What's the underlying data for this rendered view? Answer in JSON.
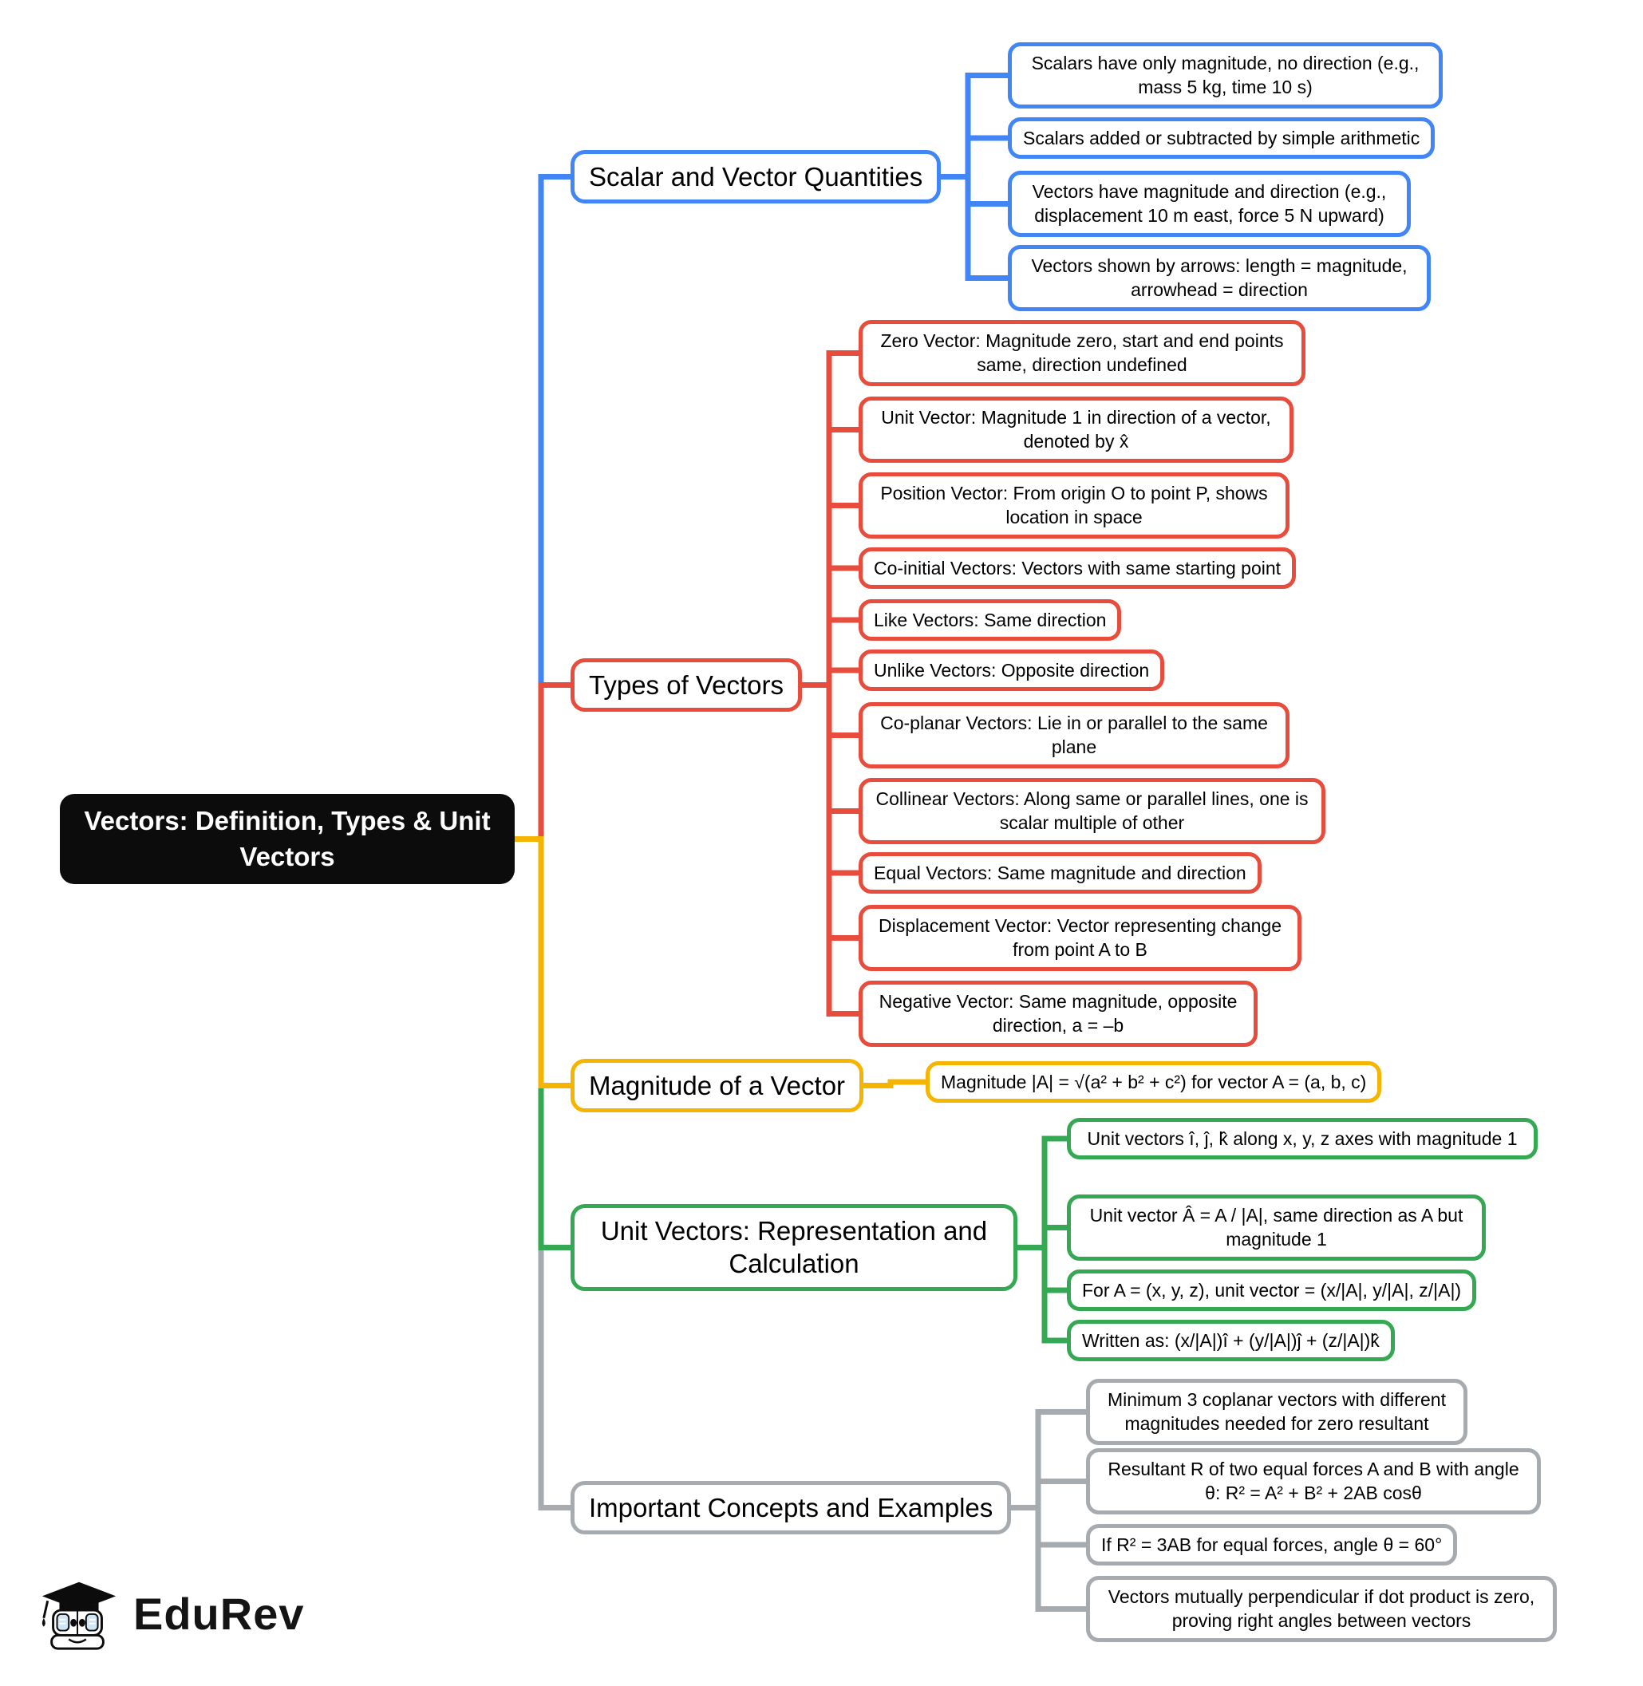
{
  "title": "Vectors: Definition, Types & Unit Vectors",
  "branches": [
    {
      "id": "scalar-and-vector-quantities",
      "label": "Scalar and Vector Quantities",
      "color": "#4285F4",
      "children": [
        "Scalars have only magnitude, no direction (e.g., mass 5 kg, time 10 s)",
        "Scalars added or subtracted by simple arithmetic",
        "Vectors have magnitude and direction (e.g., displacement 10 m east, force 5 N upward)",
        "Vectors shown by arrows: length = magnitude, arrowhead = direction"
      ]
    },
    {
      "id": "types-of-vectors",
      "label": "Types of Vectors",
      "color": "#E74C3C",
      "children": [
        "Zero Vector: Magnitude zero, start and end points same, direction undefined",
        "Unit Vector: Magnitude 1 in direction of a vector, denoted by x̂",
        "Position Vector: From origin O to point P, shows location in space",
        "Co-initial Vectors: Vectors with same starting point",
        "Like Vectors: Same direction",
        "Unlike Vectors: Opposite direction",
        "Co-planar Vectors: Lie in or parallel to the same plane",
        "Collinear Vectors: Along same or parallel lines, one is scalar multiple of other",
        "Equal Vectors: Same magnitude and direction",
        "Displacement Vector: Vector representing change from point A to B",
        "Negative Vector: Same magnitude, opposite direction, a = –b"
      ]
    },
    {
      "id": "magnitude-of-a-vector",
      "label": "Magnitude of a Vector",
      "color": "#F4B400",
      "children": [
        "Magnitude |A| = √(a² + b² + c²) for vector A = (a, b, c)"
      ]
    },
    {
      "id": "unit-vectors-representation-and-calculation",
      "label": "Unit Vectors: Representation and Calculation",
      "color": "#34A853",
      "children": [
        "Unit vectors î, ĵ, k̂ along x, y, z axes with magnitude 1",
        "Unit vector Â = A / |A|, same direction as A but magnitude 1",
        "For A = (x, y, z), unit vector = (x/|A|, y/|A|, z/|A|)",
        "Written as: (x/|A|)î + (y/|A|)ĵ + (z/|A|)k̂"
      ]
    },
    {
      "id": "important-concepts-and-examples",
      "label": "Important Concepts and Examples",
      "color": "#A6ABAF",
      "children": [
        "Minimum 3 coplanar vectors with different magnitudes needed for zero resultant",
        "Resultant R of two equal forces A and B with angle θ: R² = A² + B² + 2AB cosθ",
        "If R² = 3AB for equal forces, angle θ = 60°",
        "Vectors mutually perpendicular if dot product is zero, proving right angles between vectors"
      ]
    }
  ],
  "logo": {
    "text": "EduRev"
  }
}
